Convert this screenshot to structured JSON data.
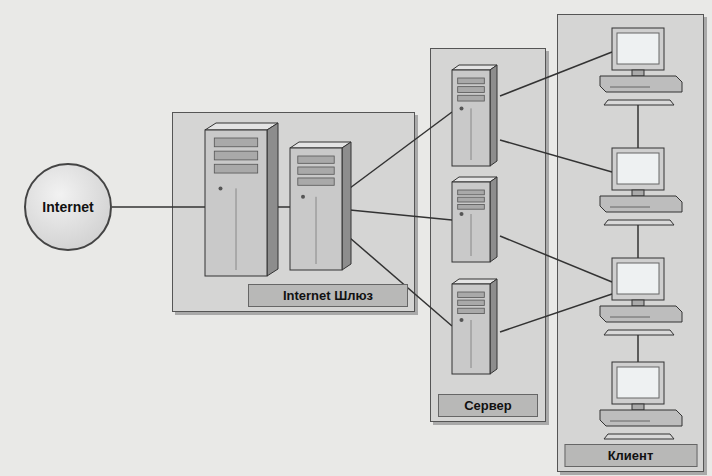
{
  "diagram": {
    "nodes": [
      {
        "text": [
          "Internet"
        ]
      },
      {
        "text": [
          "Internet Шлюз"
        ]
      },
      {
        "text": [
          "Сервер"
        ]
      },
      {
        "text": [
          "Клиент"
        ]
      }
    ],
    "edges": [
      {
        "from": 0,
        "to": 1,
        "arrow": "none"
      }
    ]
  }
}
